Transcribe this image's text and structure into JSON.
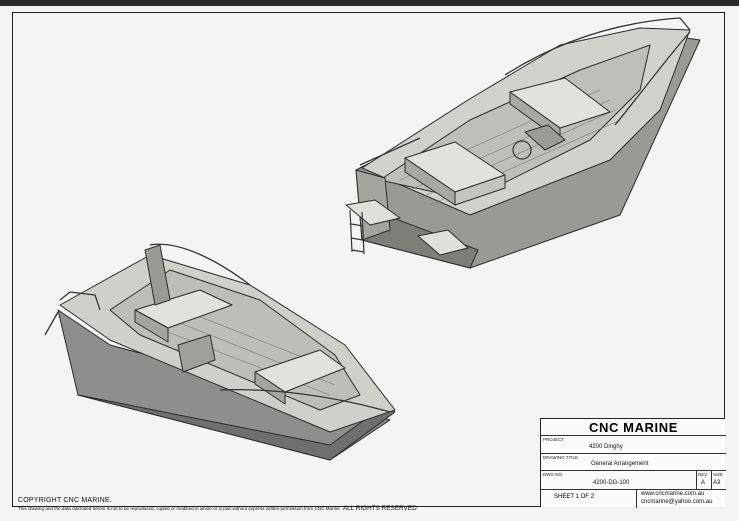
{
  "titleblock": {
    "company": "CNC MARINE",
    "project_label": "PROJECT",
    "project": "4200 Dinghy",
    "drawing_title_label": "DRAWING TITLE",
    "drawing_title": "General Arrangement",
    "dwg_no_label": "DWG NO",
    "dwg_no": "4200-DG-100",
    "rev_label": "REV",
    "rev": "A",
    "size_label": "SIZE",
    "size": "A3",
    "sheet": "SHEET 1  OF 2",
    "website": "www.cncmarine.com.au",
    "email": "cncmarine@yahoo.com.au"
  },
  "copyright": {
    "heading": "COPYRIGHT CNC MARINE.",
    "notice": "This drawing and the data disclosed herein is not to be reproduced, copied or modified in whole or in part without express written permission from CNC Marine.",
    "rights": "ALL RIGHTS RESERVED"
  },
  "colors": {
    "hull": "#8e8e8a",
    "deck": "#cfcfca",
    "line": "#2a2a2a"
  }
}
